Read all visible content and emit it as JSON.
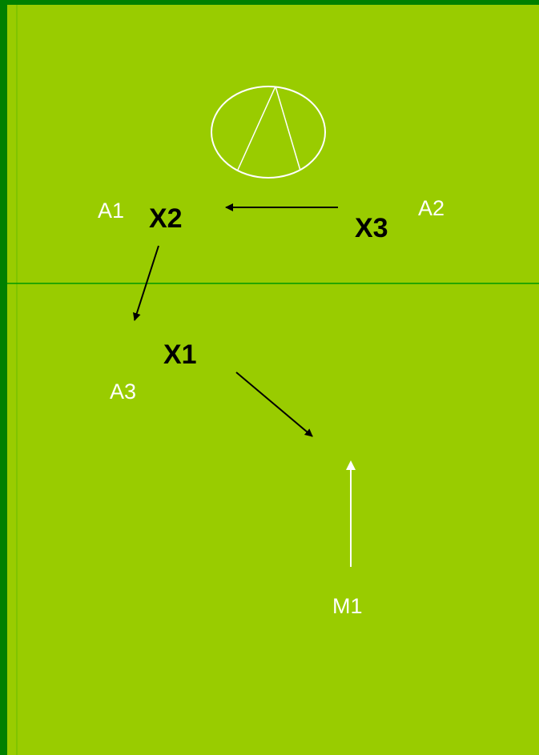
{
  "colors": {
    "frame": "#008000",
    "field": "#99cc00",
    "line": "#009900",
    "white": "#ffffff",
    "black": "#000000"
  },
  "icons": {
    "basket": "circle-with-inverted-v-icon"
  },
  "labels": {
    "a1": "A1",
    "a2": "A2",
    "a3": "A3",
    "m1": "M1",
    "x1": "X1",
    "x2": "X2",
    "x3": "X3"
  }
}
